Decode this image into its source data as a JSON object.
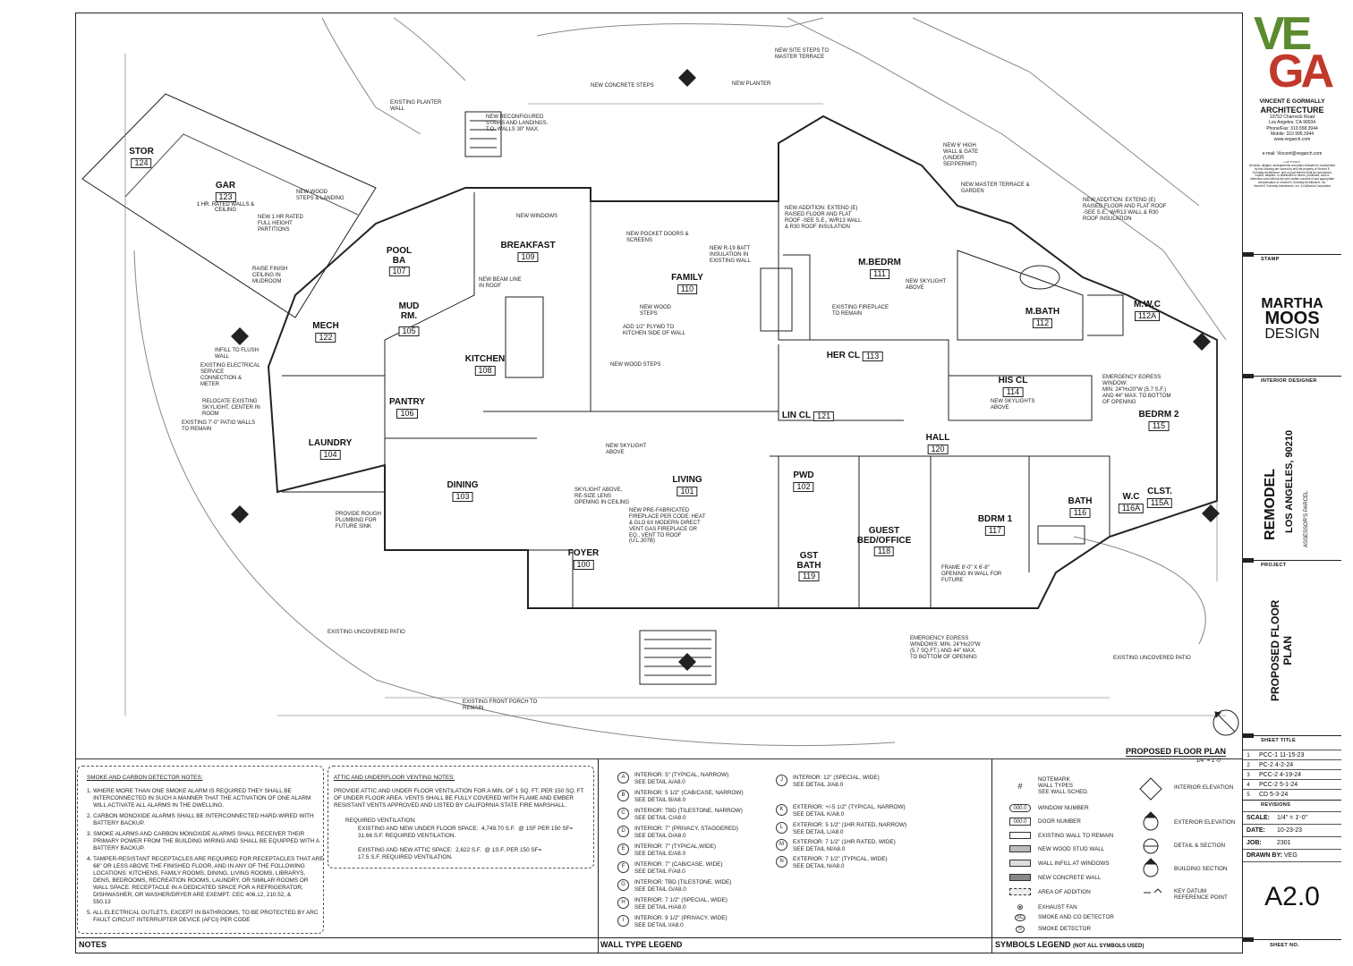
{
  "plan": {
    "rooms": [
      {
        "name": "STOR",
        "num": "124"
      },
      {
        "name": "GAR",
        "num": "123",
        "sub": "1 HR. RATED WALLS &\nCEILING"
      },
      {
        "name": "POOL\nBA",
        "num": "107"
      },
      {
        "name": "MUD\nRM.",
        "num": "105"
      },
      {
        "name": "MECH",
        "num": "122"
      },
      {
        "name": "BREAKFAST",
        "num": "109"
      },
      {
        "name": "FAMILY",
        "num": "110"
      },
      {
        "name": "KITCHEN",
        "num": "108"
      },
      {
        "name": "PANTRY",
        "num": "106"
      },
      {
        "name": "LAUNDRY",
        "num": "104"
      },
      {
        "name": "DINING",
        "num": "103"
      },
      {
        "name": "LIVING",
        "num": "101"
      },
      {
        "name": "FOYER",
        "num": "100"
      },
      {
        "name": "M.BEDRM",
        "num": "111"
      },
      {
        "name": "M.BATH",
        "num": "112"
      },
      {
        "name": "M.W.C",
        "num": "112A"
      },
      {
        "name": "HER CL",
        "num": "113"
      },
      {
        "name": "HIS CL",
        "num": "114"
      },
      {
        "name": "LIN CL",
        "num": "121"
      },
      {
        "name": "HALL",
        "num": "120"
      },
      {
        "name": "BEDRM 2",
        "num": "115"
      },
      {
        "name": "PWD",
        "num": "102"
      },
      {
        "name": "GST\nBATH",
        "num": "119"
      },
      {
        "name": "GUEST\nBED/OFFICE",
        "num": "118"
      },
      {
        "name": "BDRM 1",
        "num": "117"
      },
      {
        "name": "BATH",
        "num": "116"
      },
      {
        "name": "W.C",
        "num": "116A"
      },
      {
        "name": "CLST.",
        "num": "115A"
      }
    ],
    "notes": [
      "EXISTING PLANTER\nWALL",
      "NEW RECONFIGURED\nSTAIRS AND LANDINGS.\nT.O. WALLS 30\" MAX.",
      "NEW CONCRETE STEPS",
      "NEW PLANTER",
      "NEW SITE STEPS TO\nMASTER TERRACE",
      "NEW 6' HIGH\nWALL & GATE\n(UNDER\nSEP.PERMIT)",
      "NEW MASTER TERRACE &\nGARDEN",
      "NEW ADDITION: EXTEND (E)\nRAISED FLOOR AND FLAT ROOF\n-SEE S.E., W/R13 WALL & R30\nROOF INSULATION",
      "NEW ADDITION: EXTEND (E)\nRAISED FLOOR AND FLAT\nROOF -SEE S.E., W/R13 WALL\n& R30 ROOF INSULATION",
      "NEW WOOD\nSTEPS & LANDING",
      "NEW 1 HR RATED\nFULL HEIGHT\nPARTITIONS",
      "RAISE FINISH\nCEILING IN\nMUDROOM",
      "NEW WINDOWS",
      "NEW POCKET DOORS &\nSCREENS",
      "NEW R-19 BATT\nINSULATION IN\nEXISTING WALL",
      "NEW BEAM LINE\nIN ROOF",
      "NEW WOOD\nSTEPS",
      "EXISTING FIREPLACE\nTO REMAIN",
      "NEW SKYLIGHT\nABOVE",
      "ADD 1/2\" PLYWD TO\nKITCHEN SIDE OF WALL",
      "NEW WOOD STEPS",
      "INFILL TO FLUSH\nWALL",
      "EXISTING ELECTRICAL\nSERVICE\nCONNECTION &\nMETER",
      "RELOCATE EXISTING\nSKYLIGHT, CENTER IN\nROOM",
      "EXISTING 7'-0\" PATIO WALLS\nTO REMAIN",
      "NEW SKYLIGHT\nABOVE",
      "SKYLIGHT ABOVE,\nRE-SIZE LENS\nOPENING IN CEILING",
      "NEW PRE-FABRICATED\nFIREPLACE PER CODE: HEAT\n& GLO 6X MODERN DIRECT\nVENT GAS FIREPLACE OR\nEQ., VENT TO ROOF\n(U.L.307B)",
      "PROVIDE ROUGH\nPLUMBING FOR\nFUTURE SINK",
      "EMERGENCY EGRESS\nWINDOW:\nMIN. 24\"Hx20\"W (5.7 S.F.)\nAND 44\" MAX. TO BOTTOM\nOF OPENING",
      "NEW SKYLIGHTS\nABOVE",
      "FRAME 8'-0\" X 6'-8\"\nOPENING IN WALL FOR\nFUTURE",
      "EMERGENCY EGRESS\nWINDOWS: MIN. 24\"Hx20\"W\n(5.7 SQ.FT.) AND 44\" MAX.\nTO BOTTOM OF OPENING",
      "EXISTING UNCOVERED PATIO",
      "EXISTING UNCOVERED PATIO",
      "EXISTING FRONT PORCH TO\nREMAIN"
    ],
    "plan_title": "PROPOSED FLOOR PLAN",
    "plan_scale": "1/4\" = 1'-0\""
  },
  "notes_panel": {
    "title": "NOTES",
    "smoke_title": "SMOKE AND CARBON DETECTOR NOTES:",
    "smoke_items": [
      "1. WHERE MORE THAN ONE SMOKE ALARM IS REQUIRED THEY SHALL BE\n    INTERCONNECTED IN SUCH A MANNER THAT THE ACTIVATION OF ONE ALARM\n    WILL ACTIVATE ALL ALARMS IN THE DWELLING.",
      "2. CARBON MONOXIDE ALARMS SHALL BE INTERCONNECTED HARD-WIRED WITH\n    BATTERY BACKUP.",
      "3. SMOKE ALARMS AND CARBON MONOXIDE ALARMS SHALL RECEIVER THEIR\n    PRIMARY POWER FROM THE BUILDING WIRING AND SHALL BE EQUIPPED WITH A\n    BATTERY BACKUP.",
      "4. TAMPER-RESISTANT RECEPTACLES ARE REQUIRED FOR RECEPTACLES THAT ARE\n    66\" OR LESS ABOVE THE FINISHED FLOOR, AND IN ANY OF THE FOLLOWING\n    LOCATIONS: KITCHENS, FAMILY ROOMS, DINING, LIVING ROOMS, LIBRARYS,\n    DENS, BEDROOMS, RECREATION ROOMS, LAUNDRY, OR SIMILAR ROOMS OR\n    WALL SPACE. RECEPTACLE IN A DEDICATED SPACE FOR A REFRIGERATOR,\n    DISHWASHER, OR WASHER/DRYER ARE EXEMPT. CEC 406.12, 210.52, &\n    550.13",
      "5. ALL ELECTRICAL OUTLETS, EXCEPT IN BATHROOMS, TO BE PROTECTED BY ARC\n    FAULT CIRCUIT INTERRUPTER DEVICE (AFCI) PER CODE"
    ],
    "attic_title": "ATTIC AND UNDERFLOOR VENTING NOTES:",
    "attic_body": "PROVIDE ATTIC AND UNDER FLOOR VENTILATION FOR A MIN. OF 1 SQ. FT. PER 150 SQ. FT.\nOF UNDER FLOOR AREA. VENTS SHALL BE FULLY COVERED WITH FLAME AND EMBER\nRESISTANT VENTS APPROVED AND LISTED BY CALIFORNIA STATE FIRE MARSHALL.",
    "attic_req": "REQUIRED VENTILATION:",
    "attic_line1": "EXISTING AND NEW UNDER FLOOR SPACE:  4,749.70 S.F.  @ 1SF PER 150 SF=\n31.66 S.F. REQUIRED VENTILATION.",
    "attic_line2": "EXISTING AND NEW ATTIC SPACE:  2,622 S.F.  @ 1S.F. PER 150 SF=\n17.5 S.F. REQUIRED VENTILATION."
  },
  "wall_legend": {
    "title": "WALL TYPE LEGEND",
    "left": [
      {
        "k": "A",
        "t": "INTERIOR: 5\" (TYPICAL, NARROW)\nSEE DETAIL A/A8.0"
      },
      {
        "k": "B",
        "t": "INTERIOR: 5 1/2\" (CAB/CASE, NARROW)\nSEE DETAIL B/A8.0"
      },
      {
        "k": "C",
        "t": "INTERIOR: TBD (TILESTONE, NARROW)\nSEE DETAIL C/A8.0"
      },
      {
        "k": "D",
        "t": "INTERIOR: 7\" (PRIVACY, STAGGERED)\nSEE DETAIL D/A8.0"
      },
      {
        "k": "E",
        "t": "INTERIOR: 7\" (TYPICAL,WIDE)\nSEE DETAIL E/A8.0"
      },
      {
        "k": "F",
        "t": "INTERIOR: 7\" (CAB/CASE, WIDE)\nSEE DETAIL F/A8.0"
      },
      {
        "k": "G",
        "t": "INTERIOR: TBD (TILESTONE, WIDE)\nSEE DETAIL G/A8.0"
      },
      {
        "k": "H",
        "t": "INTERIOR: 7 1/2\" (SPECIAL, WIDE)\nSEE DETAIL H/A8.0"
      },
      {
        "k": "I",
        "t": "INTERIOR: 9 1/2\" (PRIVACY, WIDE)\nSEE DETAIL I/A8.0"
      }
    ],
    "right": [
      {
        "k": "J",
        "t": "INTERIOR: 12\" (SPECIAL, WIDE)\nSEE DETAIL J/A8.0"
      },
      {
        "k": "K",
        "t": "EXTERIOR: +/-5 1/2\" (TYPICAL, NARROW)\nSEE DETAIL K/A8.0"
      },
      {
        "k": "L",
        "t": "EXTERIOR: 5 1/2\" (1HR RATED, NARROW)\nSEE DETAIL L/A8.0"
      },
      {
        "k": "M",
        "t": "EXTERIOR: 7 1/2\" (1HR RATED, WIDE)\nSEE DETAIL M/A8.0"
      },
      {
        "k": "N",
        "t": "EXTERIOR: 7 1/2\" (TYPICAL, WIDE)\nSEE DETAIL N/A8.0"
      }
    ]
  },
  "symbols": {
    "title": "SYMBOLS LEGEND",
    "title_note": "(NOT ALL SYMBOLS USED)",
    "left": [
      {
        "sym": "#",
        "t": "NOTEMARK\nWALL TYPES\nSEE WALL SCHED."
      },
      {
        "sym": "000.0",
        "t": "WINDOW NUMBER"
      },
      {
        "sym": "000.0",
        "t": "DOOR NUMBER"
      },
      {
        "sym": "",
        "t": "EXISTING WALL TO REMAIN"
      },
      {
        "sym": "",
        "t": "NEW WOOD STUD WALL"
      },
      {
        "sym": "",
        "t": "WALL INFILL AT WINDOWS"
      },
      {
        "sym": "",
        "t": "NEW CONCRETE WALL"
      },
      {
        "sym": "",
        "t": "AREA OF ADDITION"
      },
      {
        "sym": "",
        "t": "EXHAUST FAN"
      },
      {
        "sym": "SC",
        "t": "SMOKE AND CO DETECTOR"
      },
      {
        "sym": "S",
        "t": "SMOKE DETECTOR"
      }
    ],
    "right": [
      {
        "t": "INTERIOR ELEVATION"
      },
      {
        "t": "EXTERIOR ELEVATION"
      },
      {
        "t": "DETAIL & SECTION"
      },
      {
        "t": "BUILDING SECTION"
      },
      {
        "t": "KEY DATUM\nREFERENCE POINT"
      }
    ]
  },
  "title_block": {
    "logo_top": "VE",
    "logo_bottom": "GA",
    "firm_name": "VINCENT E GORMALLY",
    "firm_type": "ARCHITECTURE",
    "address": "10752 Charnock Road\nLos Angeles, CA 90034\nPhone/Fax: 310.558.3944\nMobile: 310.995.3944\nwww.vegarch.com",
    "email": "e-mail: Vincent@vegarch.com",
    "copyright": "COPYRIGHT\nAll ideas, designs, arrangements and plans indicated or represented\nby this Drawing are owned by and the property of Vincent E\nGormally Architecture, and no part thereof shall be reproduced,\ncopied, adapted, or distributed to others, published, sold or\notherwise used without the prior written consent of and appropriate\ncompensation to Vincent E Gormally Architecture, Inc.\nVincent E Gormally Architecture, Inc. A California Corporation",
    "stamp_label": "STAMP",
    "designer_line1": "MARTHA",
    "designer_line2": "MOOS",
    "designer_line3": "DESIGN",
    "designer_label": "INTERIOR DESIGNER",
    "project_name": "REMODEL",
    "project_city": "LOS ANGELES, 90210",
    "project_parcel": "ASSESSOR'S PARCEL",
    "project_label": "PROJECT",
    "sheet_title": "PROPOSED FLOOR\nPLAN",
    "sheet_title_label": "SHEET TITLE",
    "revisions": [
      {
        "k": "1",
        "t": "PCC-1   11-15-23"
      },
      {
        "k": "2",
        "t": "PC-2   4-2-24"
      },
      {
        "k": "3",
        "t": "PCC-2   4-19-24"
      },
      {
        "k": "4",
        "t": "PCC-2   5-1-24"
      },
      {
        "k": "5",
        "t": "CD   5-3-24"
      }
    ],
    "revisions_label": "REVISIONS",
    "scale_label": "SCALE:",
    "scale_value": "1/4\" = 1'-0\"",
    "date_label": "DATE:",
    "date_value": "10-23-23",
    "job_label": "JOB:",
    "job_value": "2301",
    "drawn_label": "DRAWN BY:",
    "drawn_value": "VEG",
    "sheet_no": "A2.0",
    "sheet_no_label": "SHEET NO."
  },
  "colors": {
    "logo_green": "#5b8a2f",
    "logo_red": "#c0392b",
    "line": "#222222"
  }
}
